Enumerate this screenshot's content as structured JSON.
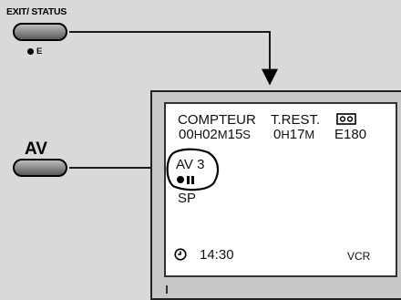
{
  "buttons": {
    "exit_status": {
      "label": "EXIT/ STATUS",
      "sub_label": "E"
    },
    "av": {
      "label": "AV"
    }
  },
  "screen": {
    "counter_label": "COMPTEUR",
    "counter_value_parts": [
      "00",
      "H",
      "02",
      "M",
      "15",
      "S"
    ],
    "remain_label": "T.REST.",
    "remain_value_parts": [
      "0",
      "H",
      "17",
      "M"
    ],
    "tape_type": "E180",
    "input": "AV 3",
    "speed": "SP",
    "time": "14:30",
    "mode": "VCR"
  },
  "icons": [
    "cassette-icon",
    "record-dot-icon",
    "pause-icon",
    "clock-icon"
  ]
}
